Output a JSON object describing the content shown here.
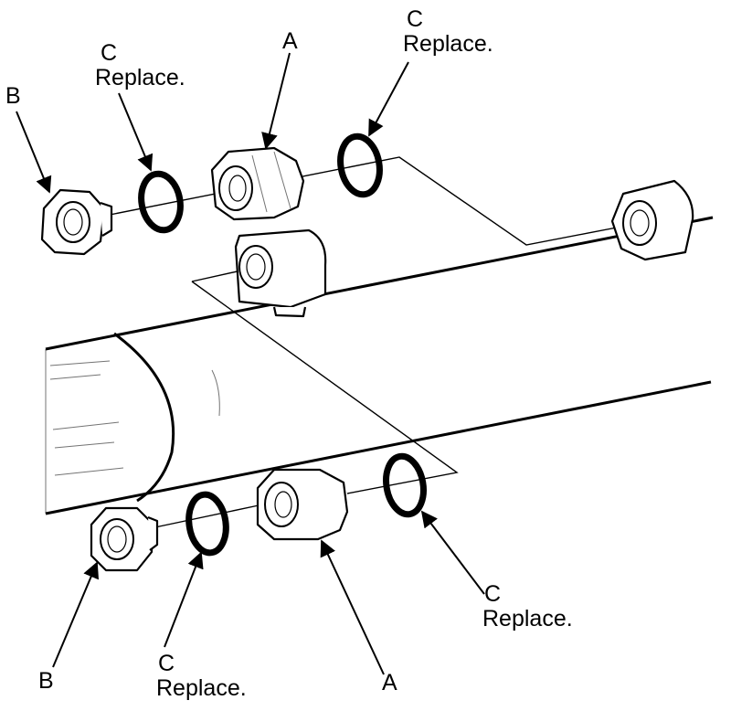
{
  "labels": {
    "top_left_B": "B",
    "top_left_C_letter": "C",
    "top_left_C_text": "Replace.",
    "top_A": "A",
    "top_right_C_letter": "C",
    "top_right_C_text": "Replace.",
    "bottom_left_B": "B",
    "bottom_C_letter": "C",
    "bottom_C_text": "Replace.",
    "bottom_A": "A",
    "bottom_right_C_letter": "C",
    "bottom_right_C_text": "Replace."
  }
}
